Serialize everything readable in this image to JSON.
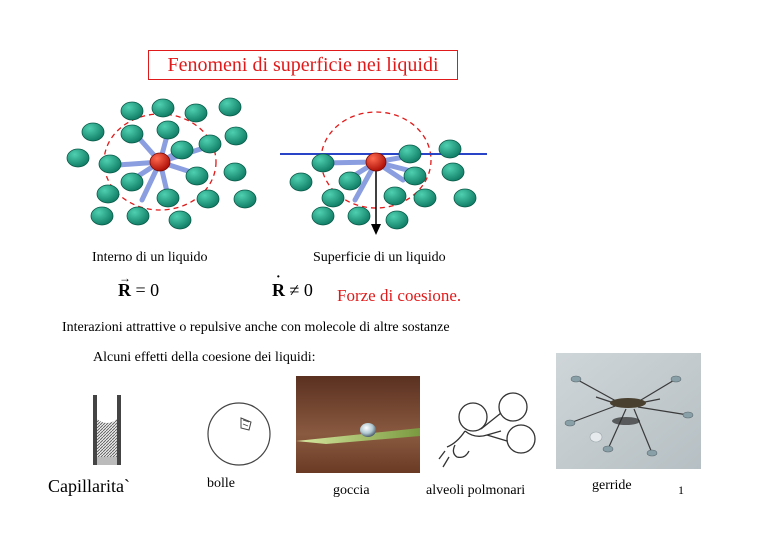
{
  "title": "Fenomeni di superficie nei liquidi",
  "diagrams": {
    "left_caption": "Interno di un liquido",
    "right_caption": "Superficie di un liquido",
    "left_formula": {
      "symbol": "R",
      "relation": "= 0"
    },
    "right_formula": {
      "symbol": "R",
      "relation": "≠ 0"
    },
    "forze_label": "Forze di coesione."
  },
  "text": {
    "interazioni": "Interazioni attrattive o repulsive anche con molecole di altre sostanze",
    "effetti": "Alcuni effetti della coesione dei liquidi:"
  },
  "examples": {
    "capillarita": "Capillarita`",
    "bolle": "bolle",
    "goccia": "goccia",
    "alveoli": "alveoli polmonari",
    "gerride": "gerride"
  },
  "page_number": "1",
  "colors": {
    "accent_red": "#e01a1a",
    "molecule_green": "#1e9a80",
    "central_molecule": "#d42010",
    "bond_blue": "#8a9ee0",
    "surface_line": "#2a44c8"
  }
}
